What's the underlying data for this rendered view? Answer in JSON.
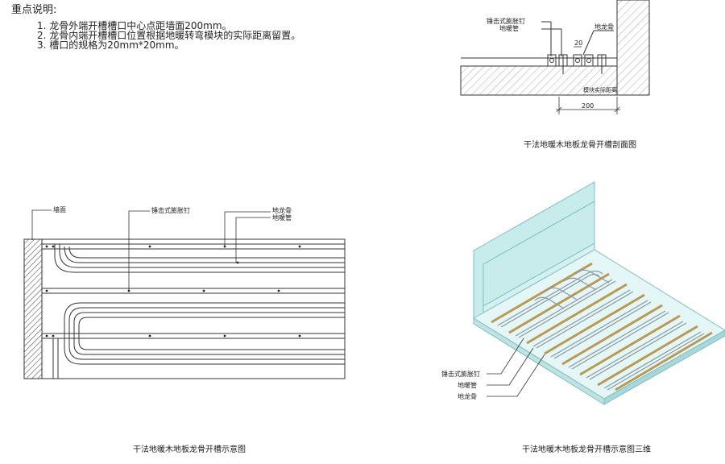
{
  "notes": {
    "title": "重点说明:",
    "items": [
      "1. 龙骨外端开槽槽口中心点距墙面200mm。",
      "2. 龙骨内端开槽槽口位置根据地暖转弯模块的实际距离留置。",
      "3. 槽口的规格为20mm*20mm。"
    ]
  },
  "section": {
    "label_nail": "锤击式膨胀钉",
    "label_pipe": "地暖管",
    "label_keel": "地龙骨",
    "dim_20": "20",
    "dim_200": "200",
    "label_module": "模块实际距离",
    "caption": "干法地暖木地板龙骨开槽剖面图"
  },
  "plan": {
    "label_wall": "墙面",
    "label_nail": "锤击式膨胀钉",
    "label_keel": "地龙骨",
    "label_pipe": "地暖管",
    "caption": "干法地暖木地板龙骨开槽示意图"
  },
  "iso": {
    "label_nail": "锤击式膨胀钉",
    "label_pipe": "地暖管",
    "label_keel": "地龙骨",
    "caption": "干法地暖木地板龙骨开槽示意图三维"
  },
  "colors": {
    "glass": "#c8ecec",
    "glass_edge": "#7fbfc4",
    "floor": "#e4f6f6",
    "keel": "#b89a55",
    "pipe": "#9aa7b0",
    "line": "#222222"
  }
}
